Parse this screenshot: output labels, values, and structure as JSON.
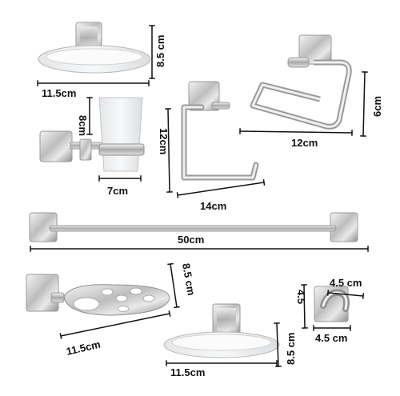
{
  "labels": {
    "soap_dish_top_width": "11.5cm",
    "soap_dish_top_height": "8.5 cm",
    "tumbler_height": "8cm",
    "tumbler_width": "7cm",
    "paper_holder_height": "12cm",
    "paper_holder_width": "14cm",
    "towel_ring_height": "6cm",
    "towel_ring_width": "12cm",
    "towel_bar_width": "50cm",
    "toothbrush_width": "11.5cm",
    "toothbrush_height": "8.5 cm",
    "hook_height": "4.5",
    "hook_depth": "4.5 cm",
    "hook_width": "4.5 cm",
    "soap_dish_bottom_width": "11.5cm",
    "soap_dish_bottom_height": "8.5 cm"
  }
}
